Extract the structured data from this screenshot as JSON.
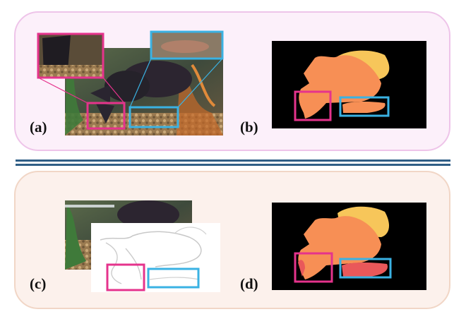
{
  "labels": {
    "a": "(a)",
    "b": "(b)",
    "c": "(c)",
    "d": "(d)"
  },
  "colors": {
    "magenta_box": "#e5338c",
    "cyan_box": "#3ab2e3",
    "divider": "#2f5e86",
    "mask_orange": "#f78f55",
    "mask_yellow": "#f7c65a",
    "mask_red": "#e9585a",
    "mask_background": "#000000"
  },
  "icons": {
    "photo": "aquarium-fish-photo",
    "mask": "segmentation-mask",
    "sketch": "edge-sketch"
  }
}
